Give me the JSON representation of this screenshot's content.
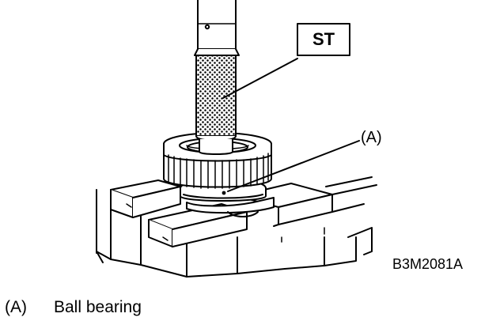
{
  "diagram": {
    "callouts": {
      "st": "ST",
      "a": "(A)"
    },
    "figure_code": "B3M2081A"
  },
  "caption": {
    "key": "(A)",
    "text": "Ball bearing"
  },
  "colors": {
    "line": "#000000",
    "background": "#ffffff"
  }
}
